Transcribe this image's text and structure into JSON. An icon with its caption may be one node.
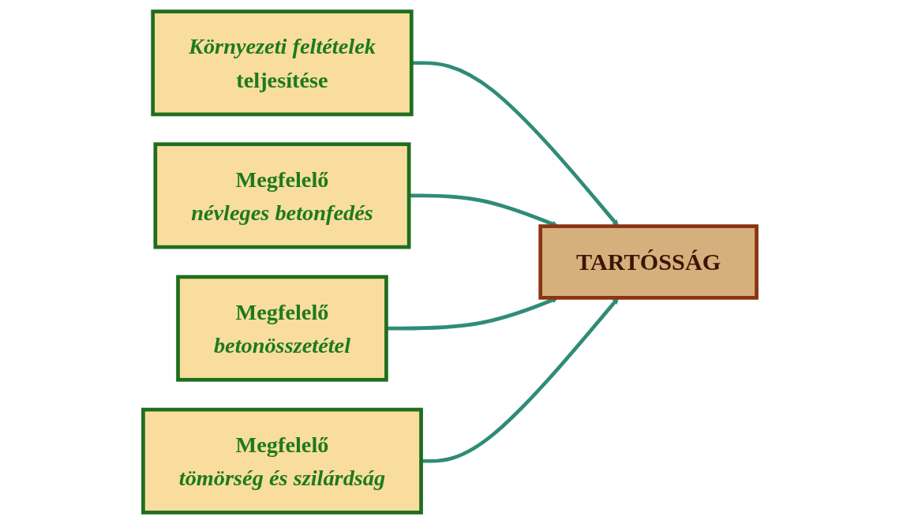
{
  "diagram": {
    "nodes": [
      {
        "text": [
          "Környezeti feltételek",
          "teljesítése"
        ]
      },
      {
        "text": [
          "Megfelelő",
          "névleges betonfedés"
        ]
      },
      {
        "text": [
          "TARTÓSSÁG"
        ]
      },
      {
        "text": [
          "Megfelelő",
          "betonösszetétel"
        ]
      },
      {
        "text": [
          "Megfelelő",
          "tömörség és szilárdság"
        ]
      }
    ],
    "edges": [
      {
        "from": 0,
        "to": 2,
        "arrow": "to"
      },
      {
        "from": 1,
        "to": 2,
        "arrow": "to"
      },
      {
        "from": 3,
        "to": 2,
        "arrow": "to"
      },
      {
        "from": 4,
        "to": 2,
        "arrow": "to"
      }
    ]
  }
}
